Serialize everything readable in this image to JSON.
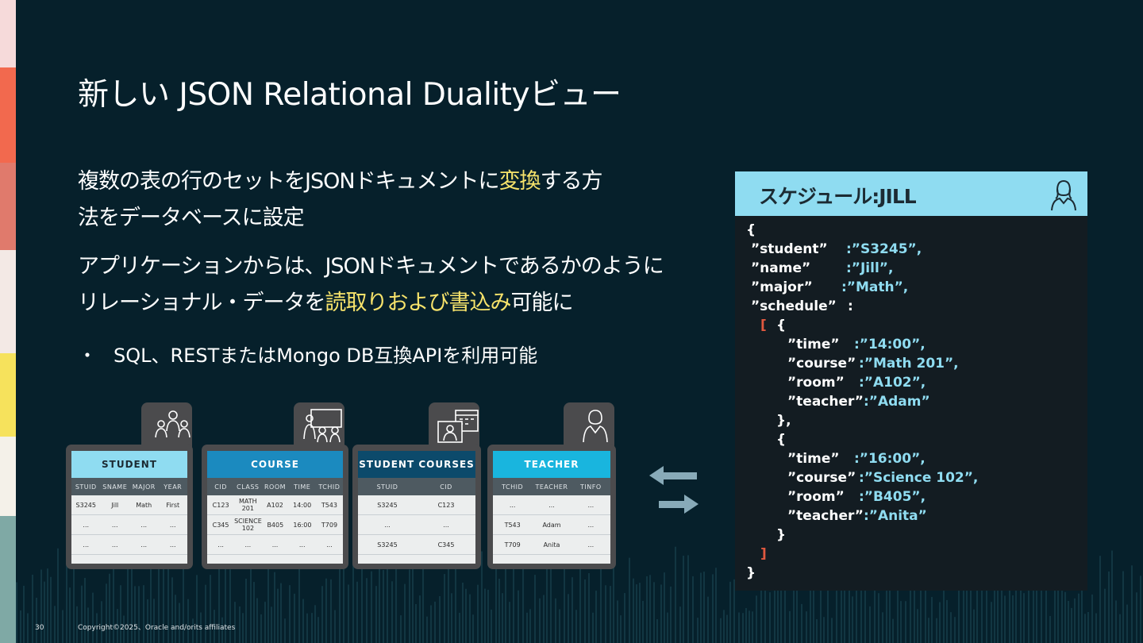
{
  "title": "新しい JSON Relational Dualityビュー",
  "paragraph1": {
    "line1_pre": "複数の表の行のセットをJSONドキュメントに",
    "line1_hl": "変換",
    "line1_post": "する方",
    "line2": "法をデータベースに設定"
  },
  "paragraph2": {
    "line1": "アプリケーションからは、JSONドキュメントであるかのように",
    "line2_pre": "リレーショナル・データを",
    "line2_hl": "読取りおよび書込み",
    "line2_post": "可能に"
  },
  "bullet": {
    "marker": "・",
    "text": "SQL、RESTまたはMongo DB互換APIを利用可能"
  },
  "tables": [
    {
      "title": "STUDENT",
      "icon": "students-group-icon",
      "header_color": "#8fdcf1",
      "title_color": "#1c2b33",
      "columns": [
        "STUID",
        "SNAME",
        "MAJOR",
        "YEAR"
      ],
      "rows": [
        [
          "S3245",
          "Jill",
          "Math",
          "First"
        ],
        [
          "...",
          "...",
          "...",
          "..."
        ],
        [
          "...",
          "...",
          "...",
          "..."
        ],
        [
          "...",
          "...",
          "...",
          "..."
        ]
      ]
    },
    {
      "title": "COURSE",
      "icon": "classroom-icon",
      "header_color": "#1b8abf",
      "title_color": "#ffffff",
      "columns": [
        "CID",
        "CLASS",
        "ROOM",
        "TIME",
        "TCHID"
      ],
      "rows": [
        [
          "C123",
          "MATH 201",
          "A102",
          "14:00",
          "T543"
        ],
        [
          "C345",
          "SCIENCE 102",
          "B405",
          "16:00",
          "T709"
        ],
        [
          "...",
          "...",
          "...",
          "...",
          "..."
        ],
        [
          "...",
          "...",
          "...",
          "...",
          "..."
        ]
      ]
    },
    {
      "title": "STUDENT COURSES",
      "icon": "calendar-student-icon",
      "header_color": "#0c4a6b",
      "title_color": "#ffffff",
      "columns": [
        "STUID",
        "CID"
      ],
      "rows": [
        [
          "S3245",
          "C123"
        ],
        [
          "...",
          "..."
        ],
        [
          "S3245",
          "C345"
        ],
        [
          "...",
          "..."
        ]
      ]
    },
    {
      "title": "TEACHER",
      "icon": "teacher-icon",
      "header_color": "#19b5de",
      "title_color": "#ffffff",
      "columns": [
        "TCHID",
        "TEACHER",
        "TINFO"
      ],
      "rows": [
        [
          "...",
          "...",
          "..."
        ],
        [
          "T543",
          "Adam",
          "..."
        ],
        [
          "T709",
          "Anita",
          "..."
        ],
        [
          "...",
          "...",
          "..."
        ]
      ]
    }
  ],
  "schedule_panel": {
    "title": "スケジュール:JILL",
    "icon": "student-avatar-icon",
    "json": {
      "open_brace": "{",
      "student_key": "”student”",
      "student_val": ":”S3245”,",
      "name_key": "”name”",
      "name_val": ":”Jill”,",
      "major_key": "”major”",
      "major_val": ":”Math”,",
      "schedule_key": "”schedule”",
      "schedule_val": ":",
      "array_open": "[",
      "obj_open": "{",
      "time1_key": "”time”",
      "time1_val": ":”14:00”,",
      "course1_key": "”course”",
      "course1_val": ":”Math 201”,",
      "room1_key": "”room”",
      "room1_val": ":”A102”,",
      "teacher1_key": "”teacher”",
      "teacher1_val": ":”Adam”",
      "obj_close_comma": "},",
      "obj2_open": "{",
      "time2_key": "”time”",
      "time2_val": ":”16:00”,",
      "course2_key": "”course”",
      "course2_val": ":”Science 102”,",
      "room2_key": "”room”",
      "room2_val": ":”B405”,",
      "teacher2_key": "”teacher”",
      "teacher2_val": ":”Anita”",
      "obj2_close": "}",
      "array_close": "]",
      "close_brace": "}"
    }
  },
  "footer": {
    "page_number": "30",
    "copyright": "Copyright©2025、Oracle and/orits affiliates"
  },
  "colors": {
    "background": "#06202b",
    "highlight": "#f7e36b",
    "accent": "#8fdcf1",
    "bracket": "#e0583f"
  }
}
